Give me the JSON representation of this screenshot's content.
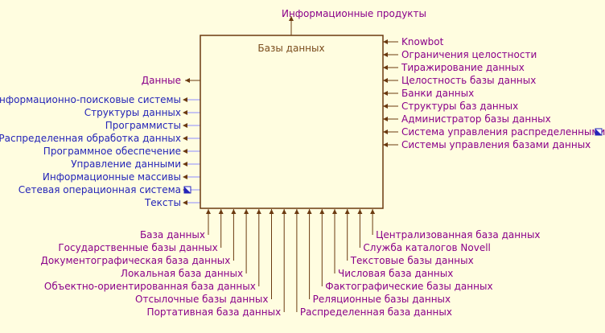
{
  "colors": {
    "background": "#fffde0",
    "box": "#6b3a10",
    "output_text": "#8a008a",
    "input_text": "#2424b8",
    "input_line": "#8c8cff",
    "arrow": "#6b3a10"
  },
  "center": {
    "title": "Базы данных"
  },
  "top": {
    "label": "Информационные продукты"
  },
  "left_output": {
    "label": "Данные"
  },
  "right": [
    {
      "label": "Knowbot",
      "icon": false
    },
    {
      "label": "Ограничения целостности",
      "icon": false
    },
    {
      "label": "Тиражирование данных",
      "icon": false
    },
    {
      "label": "Целостность базы данных",
      "icon": false
    },
    {
      "label": "Банки данных",
      "icon": false
    },
    {
      "label": "Структуры баз данных",
      "icon": false
    },
    {
      "label": "Администратор базы данных",
      "icon": false
    },
    {
      "label": "Система управления распределенными",
      "icon": true
    },
    {
      "label": "Системы управления базами данных",
      "icon": false
    }
  ],
  "left_inputs": [
    {
      "label": "Информационно-поисковые системы",
      "icon": false
    },
    {
      "label": "Структуры данных",
      "icon": false
    },
    {
      "label": "Программисты",
      "icon": false
    },
    {
      "label": "Распределенная обработка данных",
      "icon": false
    },
    {
      "label": "Программное обеспечение",
      "icon": false
    },
    {
      "label": "Управление данными",
      "icon": false
    },
    {
      "label": "Информационные массивы",
      "icon": false
    },
    {
      "label": "Сетевая операционная система",
      "icon": true
    },
    {
      "label": "Тексты",
      "icon": false
    }
  ],
  "bottom": [
    {
      "label": "База данных"
    },
    {
      "label": "Государственные базы данных"
    },
    {
      "label": "Документографическая база данных"
    },
    {
      "label": "Локальная база данных"
    },
    {
      "label": "Объектно-ориентированная база данных"
    },
    {
      "label": "Отсылочные базы данных"
    },
    {
      "label": "Портативная база данных"
    },
    {
      "label": "Распределенная база данных"
    },
    {
      "label": "Реляционные базы данных"
    },
    {
      "label": "Фактографические базы данных"
    },
    {
      "label": "Числовая база данных"
    },
    {
      "label": "Текстовые базы данных"
    },
    {
      "label": "Служба каталогов Novell"
    },
    {
      "label": "Централизованная база данных"
    }
  ]
}
